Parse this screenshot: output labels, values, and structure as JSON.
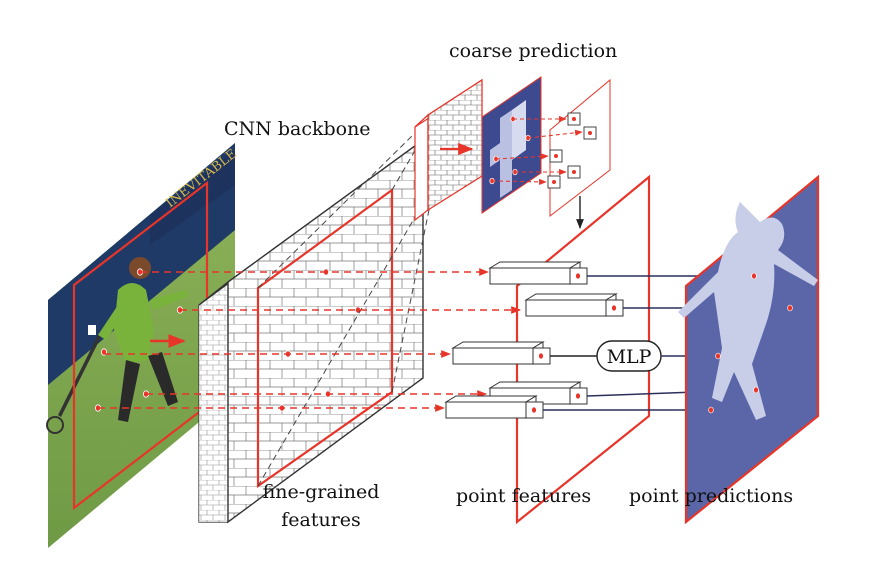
{
  "labels": {
    "cnn_backbone": "CNN backbone",
    "coarse_prediction": "coarse prediction",
    "fine_grained_line1": "fine-grained",
    "fine_grained_line2": "features",
    "point_features": "point features",
    "point_predictions": "point predictions",
    "mlp": "MLP"
  },
  "colors": {
    "red": "#e8352a",
    "mask_blue": "#5a66a8",
    "mask_light": "#c8cde8",
    "arrow_dark": "#2b2f5a",
    "grey_line": "#555555"
  },
  "icons": {
    "input_image": "tennis-player-photo",
    "backbone": "cnn-backbone-block"
  }
}
